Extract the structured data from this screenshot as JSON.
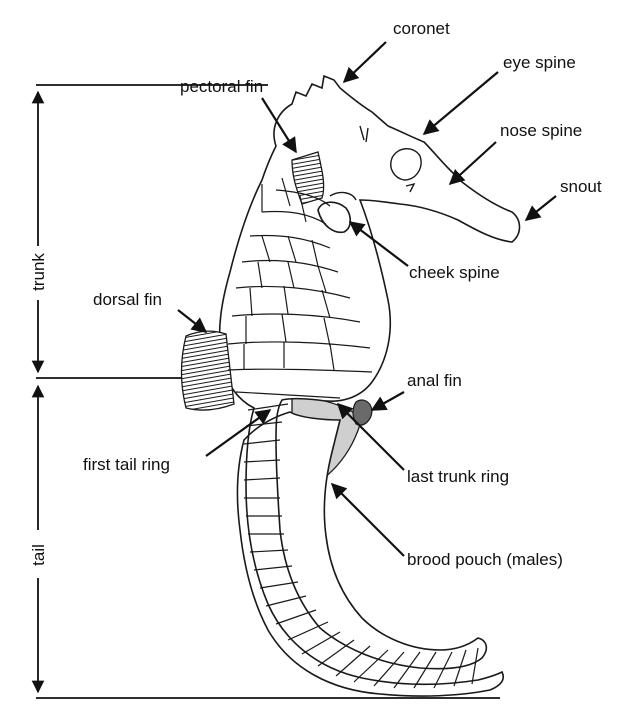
{
  "labels": {
    "coronet": "coronet",
    "eye_spine": "eye spine",
    "nose_spine": "nose spine",
    "snout": "snout",
    "pectoral_fin": "pectoral fin",
    "cheek_spine": "cheek spine",
    "dorsal_fin": "dorsal fin",
    "anal_fin": "anal fin",
    "first_tail_ring": "first tail ring",
    "last_trunk_ring": "last trunk ring",
    "brood_pouch": "brood pouch (males)",
    "trunk": "trunk",
    "tail": "tail"
  },
  "colors": {
    "ink": "#1a1a1a",
    "pouch_fill": "#cfcfcf",
    "fin_fill": "#3a3a3a",
    "background": "#ffffff"
  }
}
